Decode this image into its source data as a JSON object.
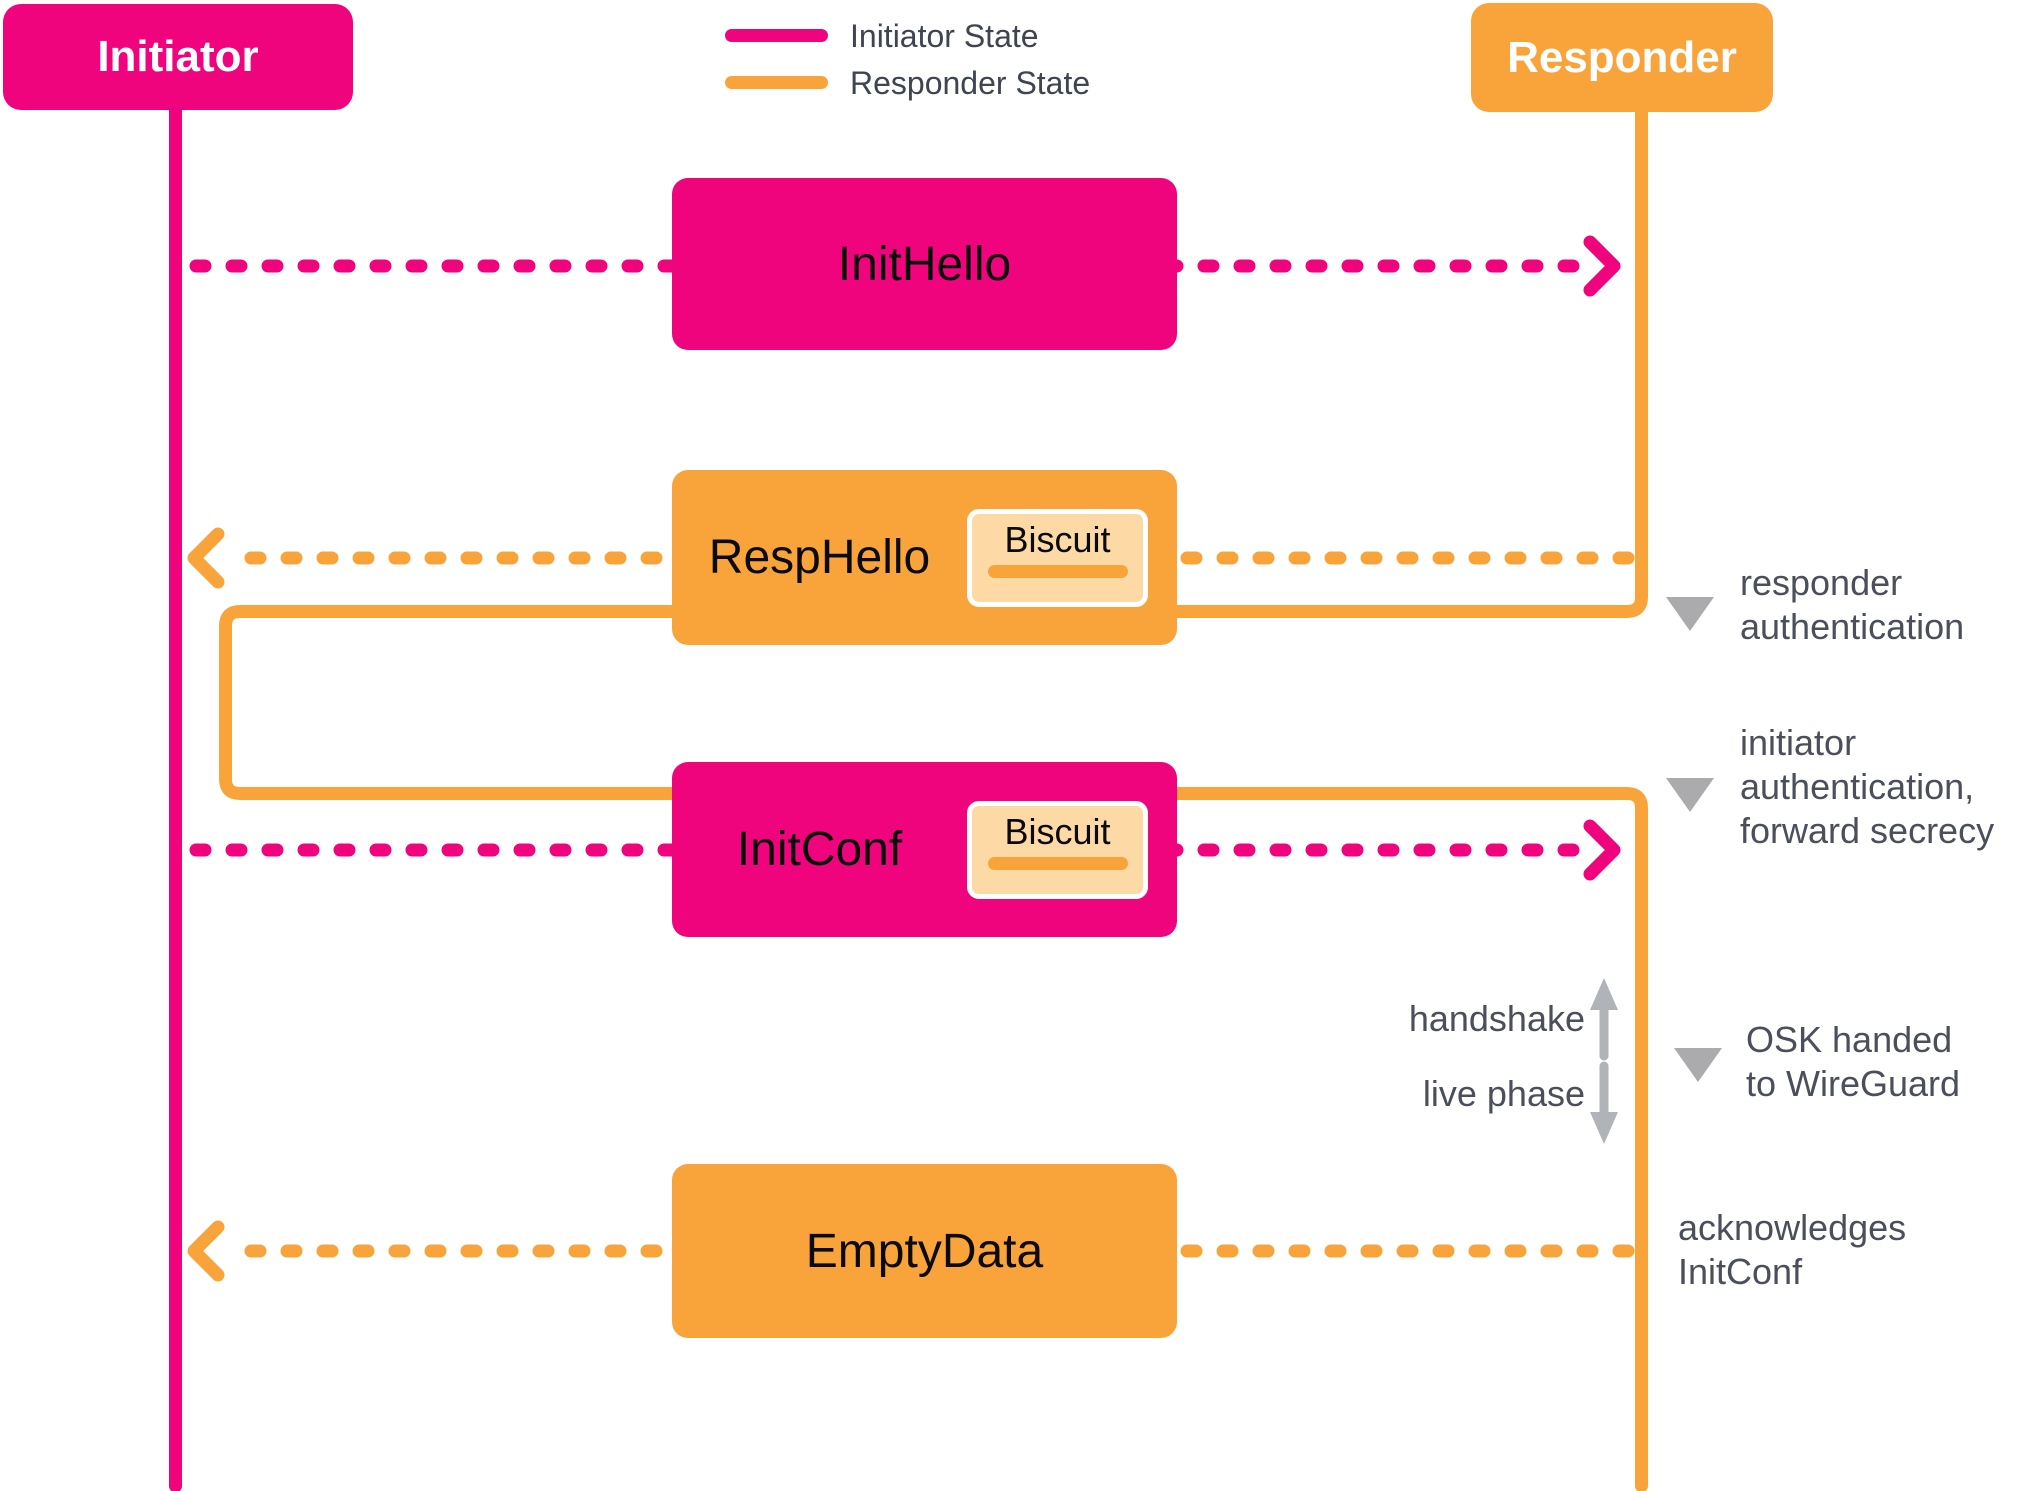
{
  "palette": {
    "pink": "#F0047E",
    "orange": "#F9A43B",
    "biscuit_fill": "#FCD9A5",
    "legend_text": "#3E4450",
    "annotation_text": "#4A4F5B",
    "milestone_gray": "#ABABAE",
    "phase_arrow_gray": "#B0B3B8",
    "box_label": "#0B0B0B",
    "background": "#FFFFFF"
  },
  "actors": {
    "initiator": {
      "label": "Initiator"
    },
    "responder": {
      "label": "Responder"
    }
  },
  "legend": {
    "items": [
      {
        "label": "Initiator State",
        "color": "pink"
      },
      {
        "label": "Responder State",
        "color": "orange"
      }
    ]
  },
  "messages": [
    {
      "label": "InitHello",
      "direction": "to_responder",
      "color": "pink"
    },
    {
      "label": "RespHello",
      "direction": "to_initiator",
      "color": "orange",
      "biscuit_label": "Biscuit"
    },
    {
      "label": "InitConf",
      "direction": "to_responder",
      "color": "pink",
      "biscuit_label": "Biscuit"
    },
    {
      "label": "EmptyData",
      "direction": "to_initiator",
      "color": "orange"
    }
  ],
  "annotations": [
    {
      "lines": [
        "responder",
        "authentication"
      ],
      "milestone": true
    },
    {
      "lines": [
        "initiator",
        "authentication,",
        "forward secrecy"
      ],
      "milestone": true
    },
    {
      "lines": [
        "OSK handed",
        "to WireGuard"
      ],
      "milestone": true
    },
    {
      "lines": [
        "acknowledges",
        "InitConf"
      ],
      "milestone": false
    }
  ],
  "phase_labels": {
    "handshake": "handshake",
    "live_phase": "live phase"
  }
}
